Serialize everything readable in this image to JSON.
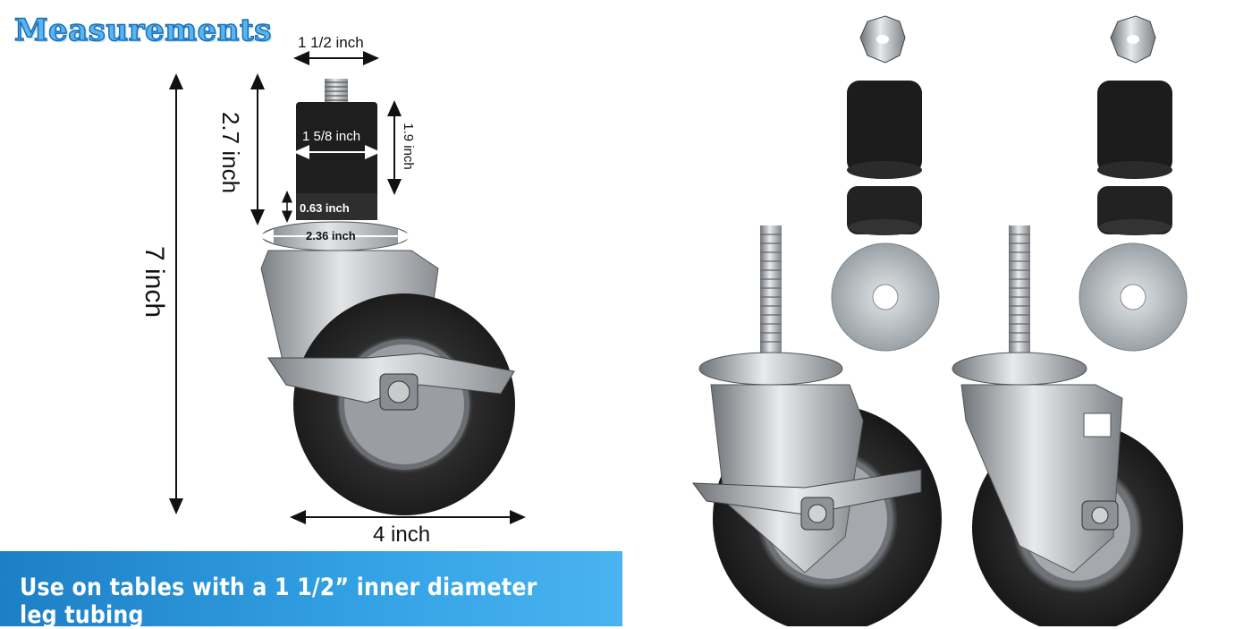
{
  "title": "Measurements",
  "dimensions": {
    "stem_width": "1 1/2 inch",
    "stem_height": "2.7 inch",
    "sleeve_diameter": "1 5/8 inch",
    "sleeve_height": "1.9 inch",
    "collar_height": "0.63 inch",
    "plate_diameter": "2.36 inch",
    "total_height": "7 inch",
    "wheel_diameter": "4 inch"
  },
  "banner": {
    "text": "Use on tables with a 1 1/2” inner diameter leg tubing"
  },
  "colors": {
    "title": "#5ab4f0",
    "banner": "#2b95dc",
    "rubber": "#2b2b2b",
    "steel": "#b9bcbf"
  }
}
